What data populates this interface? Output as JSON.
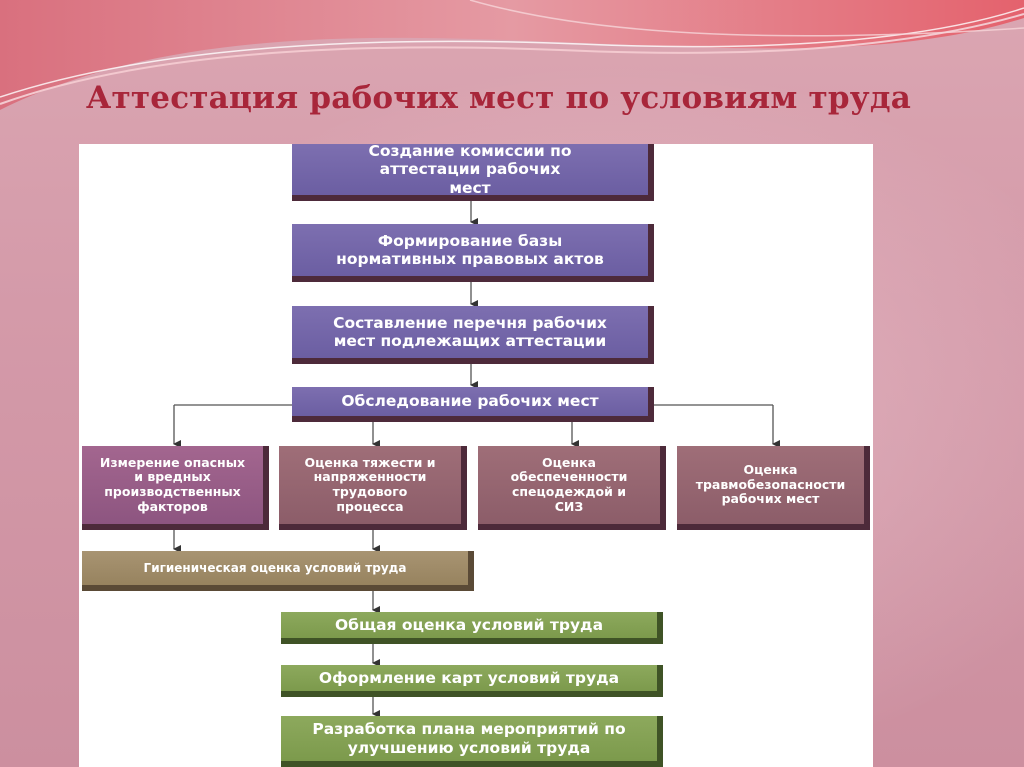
{
  "title": "Аттестация рабочих мест по условиям труда",
  "colors": {
    "title": "#a8263a",
    "background": "#d8a1ae",
    "box_blue": "#7365a8",
    "box_magenta": "#9a5f88",
    "box_brown": "#956570",
    "box_olive": "#a08c6a",
    "box_green": "#86a255"
  },
  "flow": {
    "step1": "Создание комиссии по аттестации рабочих мест",
    "step2": "Формирование базы нормативных правовых актов",
    "step3": "Составление перечня рабочих мест подлежащих аттестации",
    "step4": "Обследование рабочих мест",
    "branch1": "Измерение опасных и вредных производственных факторов",
    "branch2": "Оценка тяжести и напряженности трудового процесса",
    "branch3": "Оценка обеспеченности спецодеждой и СИЗ",
    "branch4": "Оценка травмобезопасности рабочих мест",
    "hygiene": "Гигиеническая оценка условий труда",
    "general": "Общая оценка условий труда",
    "cards": "Оформление карт условий труда",
    "plan": "Разработка плана мероприятий по улучшению условий труда"
  }
}
